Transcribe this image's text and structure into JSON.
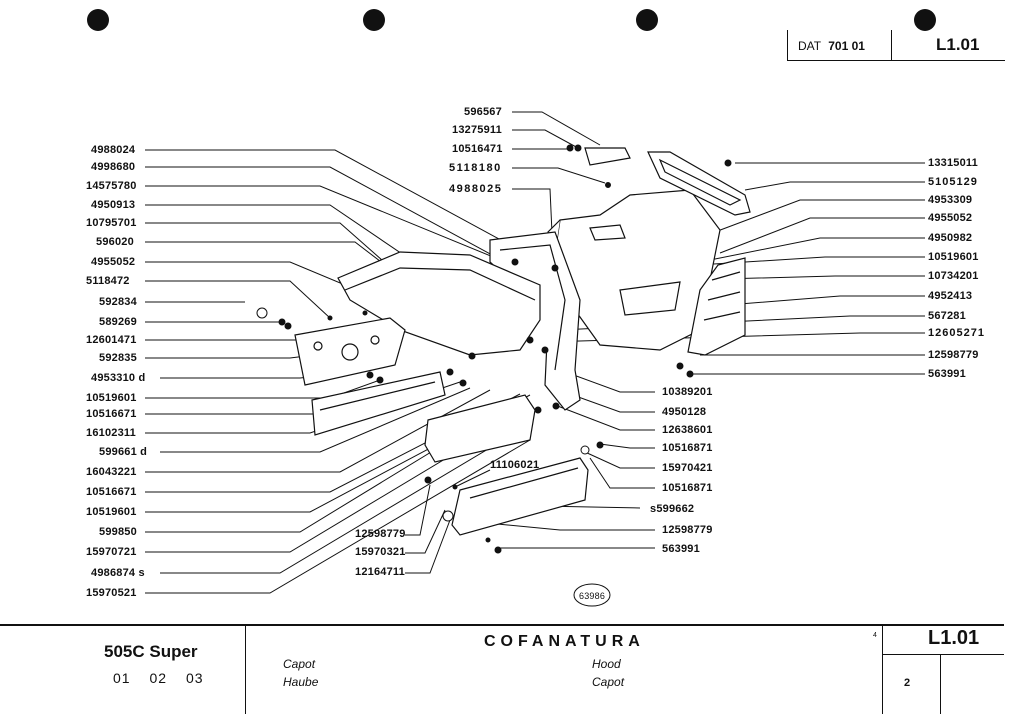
{
  "header": {
    "dat_prefix": "DAT",
    "dat_number": "701 01",
    "sheet_code": "L1.01"
  },
  "labels_left": [
    "4988024",
    "4998680",
    "14575780",
    "4950913",
    "10795701",
    "596020",
    "4955052",
    "5118472",
    "592834",
    "589269",
    "12601471",
    "592835",
    "4953310 d",
    "10519601",
    "10516671",
    "16102311",
    "599661 d",
    "16043221",
    "10516671",
    "10519601",
    "599850",
    "15970721",
    "4986874 s",
    "15970521"
  ],
  "labels_top_center": [
    "596567",
    "13275911",
    "10516471",
    "5118180",
    "4988025"
  ],
  "labels_right": [
    "13315011",
    "5105129",
    "4953309",
    "4955052",
    "4950982",
    "10519601",
    "10734201",
    "4952413",
    "567281",
    "12605271",
    "12598779",
    "563991"
  ],
  "labels_right_inner": [
    "10389201",
    "4950128",
    "12638601",
    "10516871",
    "15970421",
    "10516871",
    "s599662",
    "12598779",
    "563991"
  ],
  "labels_bottom_center": [
    "11106021",
    "12598779",
    "15970321",
    "12164711"
  ],
  "stamp": "63986",
  "footer": {
    "model": "505C Super",
    "years": [
      "01",
      "02",
      "03"
    ],
    "title": "COFANATURA",
    "fr": "Capot",
    "de": "Haube",
    "en": "Hood",
    "fr2": "Capot",
    "code": "L1.01",
    "tiny_mark": "4",
    "page": "2"
  }
}
